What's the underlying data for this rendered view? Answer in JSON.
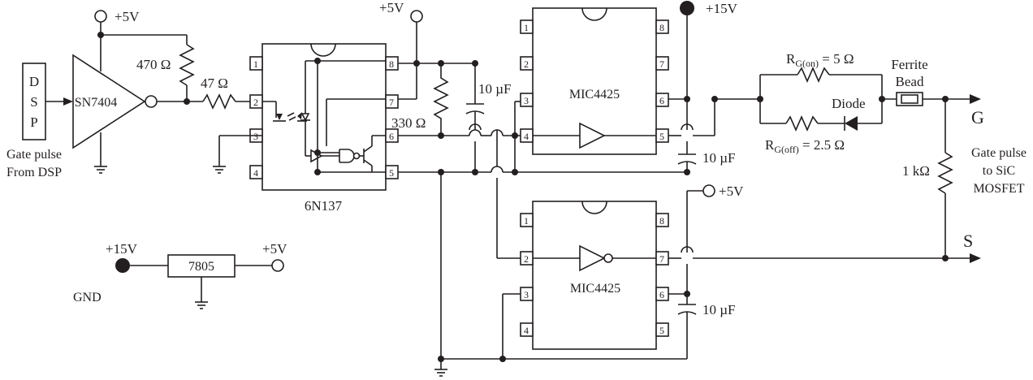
{
  "labels": {
    "dsp_letters": [
      "D",
      "S",
      "P"
    ],
    "gate_pulse_from_dsp": [
      "Gate pulse",
      "From DSP"
    ],
    "sn7404": "SN7404",
    "vcc_5v": "+5V",
    "vcc_15v": "+15V",
    "r_470": "470 Ω",
    "r_47": "47 Ω",
    "r_330": "330 Ω",
    "cap_10uf": "10 µF",
    "ic_6n137": "6N137",
    "ic_mic4425": "MIC4425",
    "reg_7805": "7805",
    "gnd": "GND",
    "rg_on": {
      "base": "R",
      "sub": "G(on)",
      "value": " = 5 Ω"
    },
    "rg_off": {
      "base": "R",
      "sub": "G(off)",
      "value": " = 2.5 Ω"
    },
    "ferrite_bead": [
      "Ferrite",
      "Bead"
    ],
    "diode": "Diode",
    "r_1k": "1 kΩ",
    "terminal_g": "G",
    "terminal_s": "S",
    "gate_pulse_to_sic": [
      "Gate pulse",
      "to SiC",
      "MOSFET"
    ]
  },
  "pins": {
    "left": [
      "1",
      "2",
      "3",
      "4"
    ],
    "right": [
      "8",
      "7",
      "6",
      "5"
    ]
  }
}
